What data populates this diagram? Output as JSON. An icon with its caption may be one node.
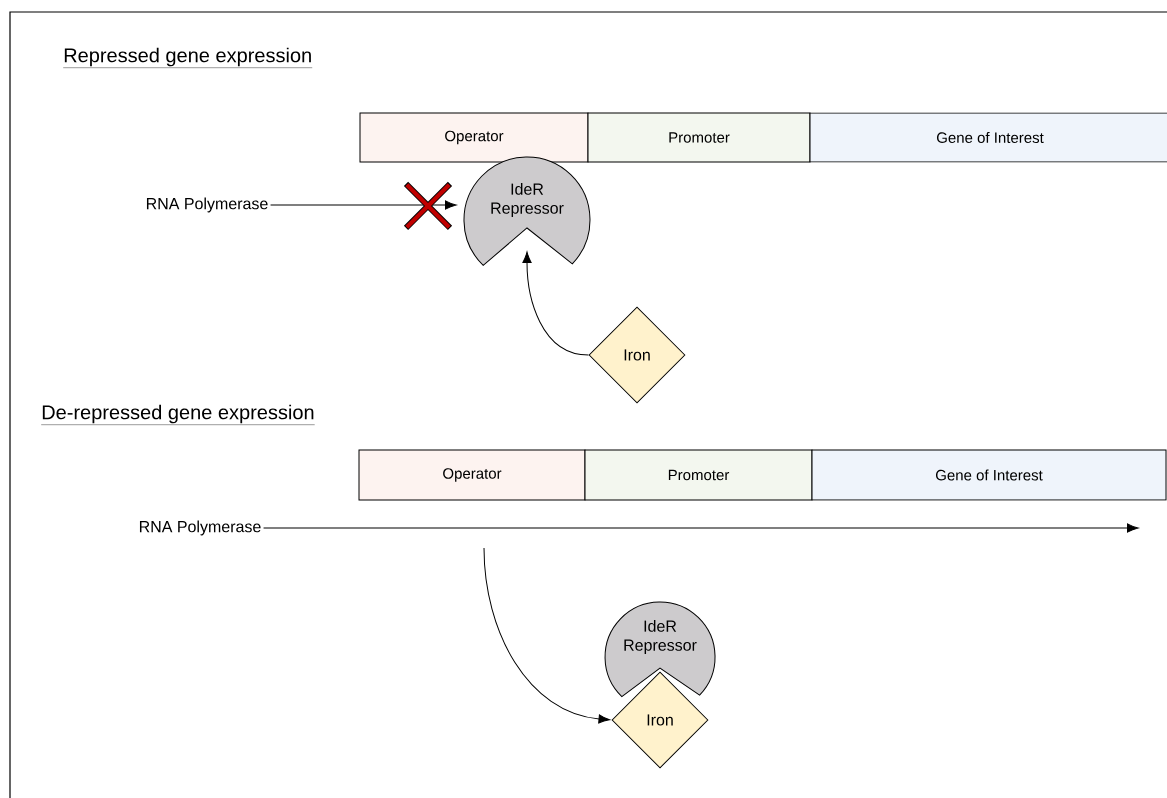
{
  "diagram": {
    "nodes": [
      {
        "text": [
          "Operator"
        ]
      },
      {
        "text": [
          "Promoter"
        ]
      },
      {
        "text": [
          "Gene of Interest"
        ]
      },
      {
        "text": [
          "RNA Polymerase"
        ]
      },
      {
        "text": [
          "IdeR Repressor"
        ]
      },
      {
        "text": [
          "Iron"
        ]
      },
      {
        "text": [
          "Operator"
        ]
      },
      {
        "text": [
          "Promoter"
        ]
      },
      {
        "text": [
          "Gene of Interest"
        ]
      },
      {
        "text": [
          "RNA Polymerase"
        ]
      },
      {
        "text": [
          "IdeR Repressor"
        ]
      },
      {
        "text": [
          "Iron"
        ]
      }
    ],
    "edges": [
      {
        "from": 3,
        "to": 4,
        "arrow": "to"
      },
      {
        "from": 5,
        "to": 4,
        "arrow": "to"
      },
      {
        "from": 9,
        "to": null,
        "arrow": "to"
      },
      {
        "from": null,
        "to": 11,
        "arrow": "to"
      }
    ],
    "labels": [
      "Repressed gene expression",
      "De-repressed gene expression"
    ]
  }
}
